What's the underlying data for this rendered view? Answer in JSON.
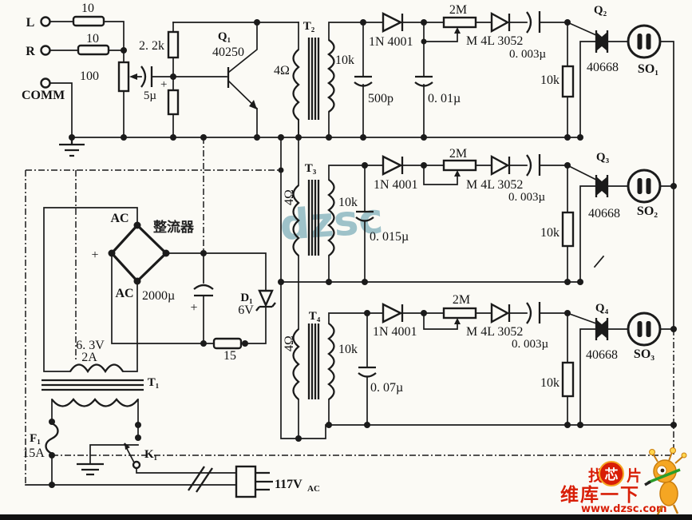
{
  "inputs": {
    "l": "L",
    "r": "R",
    "comm": "COMM",
    "res_l": "10",
    "res_r": "10",
    "pot": "100",
    "cap": "5µ",
    "cap_plus": "+",
    "bias": "2. 2k",
    "q": "Q₁",
    "q_part": "40250"
  },
  "channels": [
    {
      "t": "T₂",
      "prim": "4Ω",
      "sec": "10k",
      "cap_a": "500p",
      "cap_b": "0. 01µ",
      "diode": "1N 4001",
      "pot": "2M",
      "trigger": "M 4L 3052",
      "cap_t": "0. 003µ",
      "res": "10k",
      "q": "Q₂",
      "q_part": "40668",
      "so": "SO₁"
    },
    {
      "t": "T₃",
      "prim": "4Ω",
      "sec": "10k",
      "cap_a": "0. 015µ",
      "diode": "1N 4001",
      "pot": "2M",
      "trigger": "M 4L 3052",
      "cap_t": "0. 003µ",
      "res": "10k",
      "q": "Q₃",
      "q_part": "40668",
      "so": "SO₂"
    },
    {
      "t": "T₄",
      "prim": "4Ω",
      "sec": "10k",
      "cap_a": "0. 07µ",
      "diode": "1N 4001",
      "pot": "2M",
      "trigger": "M 4L 3052",
      "cap_t": "0. 003µ",
      "res": "10k",
      "q": "Q₄",
      "q_part": "40668",
      "so": "SO₃"
    }
  ],
  "psu": {
    "rectifier": "整流器",
    "ac_top": "AC",
    "ac_bot": "AC",
    "plus": "+",
    "cap": "2000µ",
    "cap_plus": "+",
    "res": "15",
    "zener": "D₁",
    "zener_v": "6V",
    "t": "T₁",
    "v": "6. 3V",
    "a": "2A",
    "fuse": "F₁",
    "fuse_a": "15A",
    "sw": "K₁",
    "mains": "117V",
    "mains_sub": "AC"
  },
  "watermark_center": "dzsc",
  "logo": {
    "l1a": "找",
    "l1b": "芯",
    "l1c": "片",
    "l2": "维库一下",
    "l3": "www.dzsc.com"
  },
  "colors": {
    "accent_red": "#d81e06",
    "mascot_orange": "#f5a623",
    "watermark_blue": "#2e7f96"
  }
}
